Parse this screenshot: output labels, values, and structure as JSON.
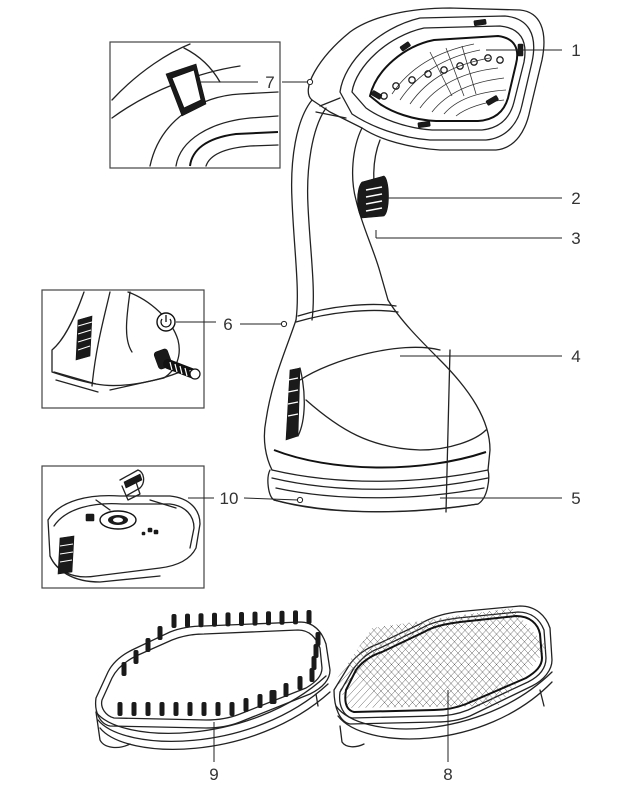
{
  "callouts": [
    {
      "id": "c1",
      "label": "1"
    },
    {
      "id": "c2",
      "label": "2"
    },
    {
      "id": "c3",
      "label": "3"
    },
    {
      "id": "c4",
      "label": "4"
    },
    {
      "id": "c5",
      "label": "5"
    },
    {
      "id": "c6",
      "label": "6"
    },
    {
      "id": "c7",
      "label": "7"
    },
    {
      "id": "c8",
      "label": "8"
    },
    {
      "id": "c9",
      "label": "9"
    },
    {
      "id": "c10",
      "label": "10"
    }
  ],
  "colors": {
    "line": "#222222",
    "background": "#ffffff",
    "fill_dark": "#1a1a1a"
  }
}
